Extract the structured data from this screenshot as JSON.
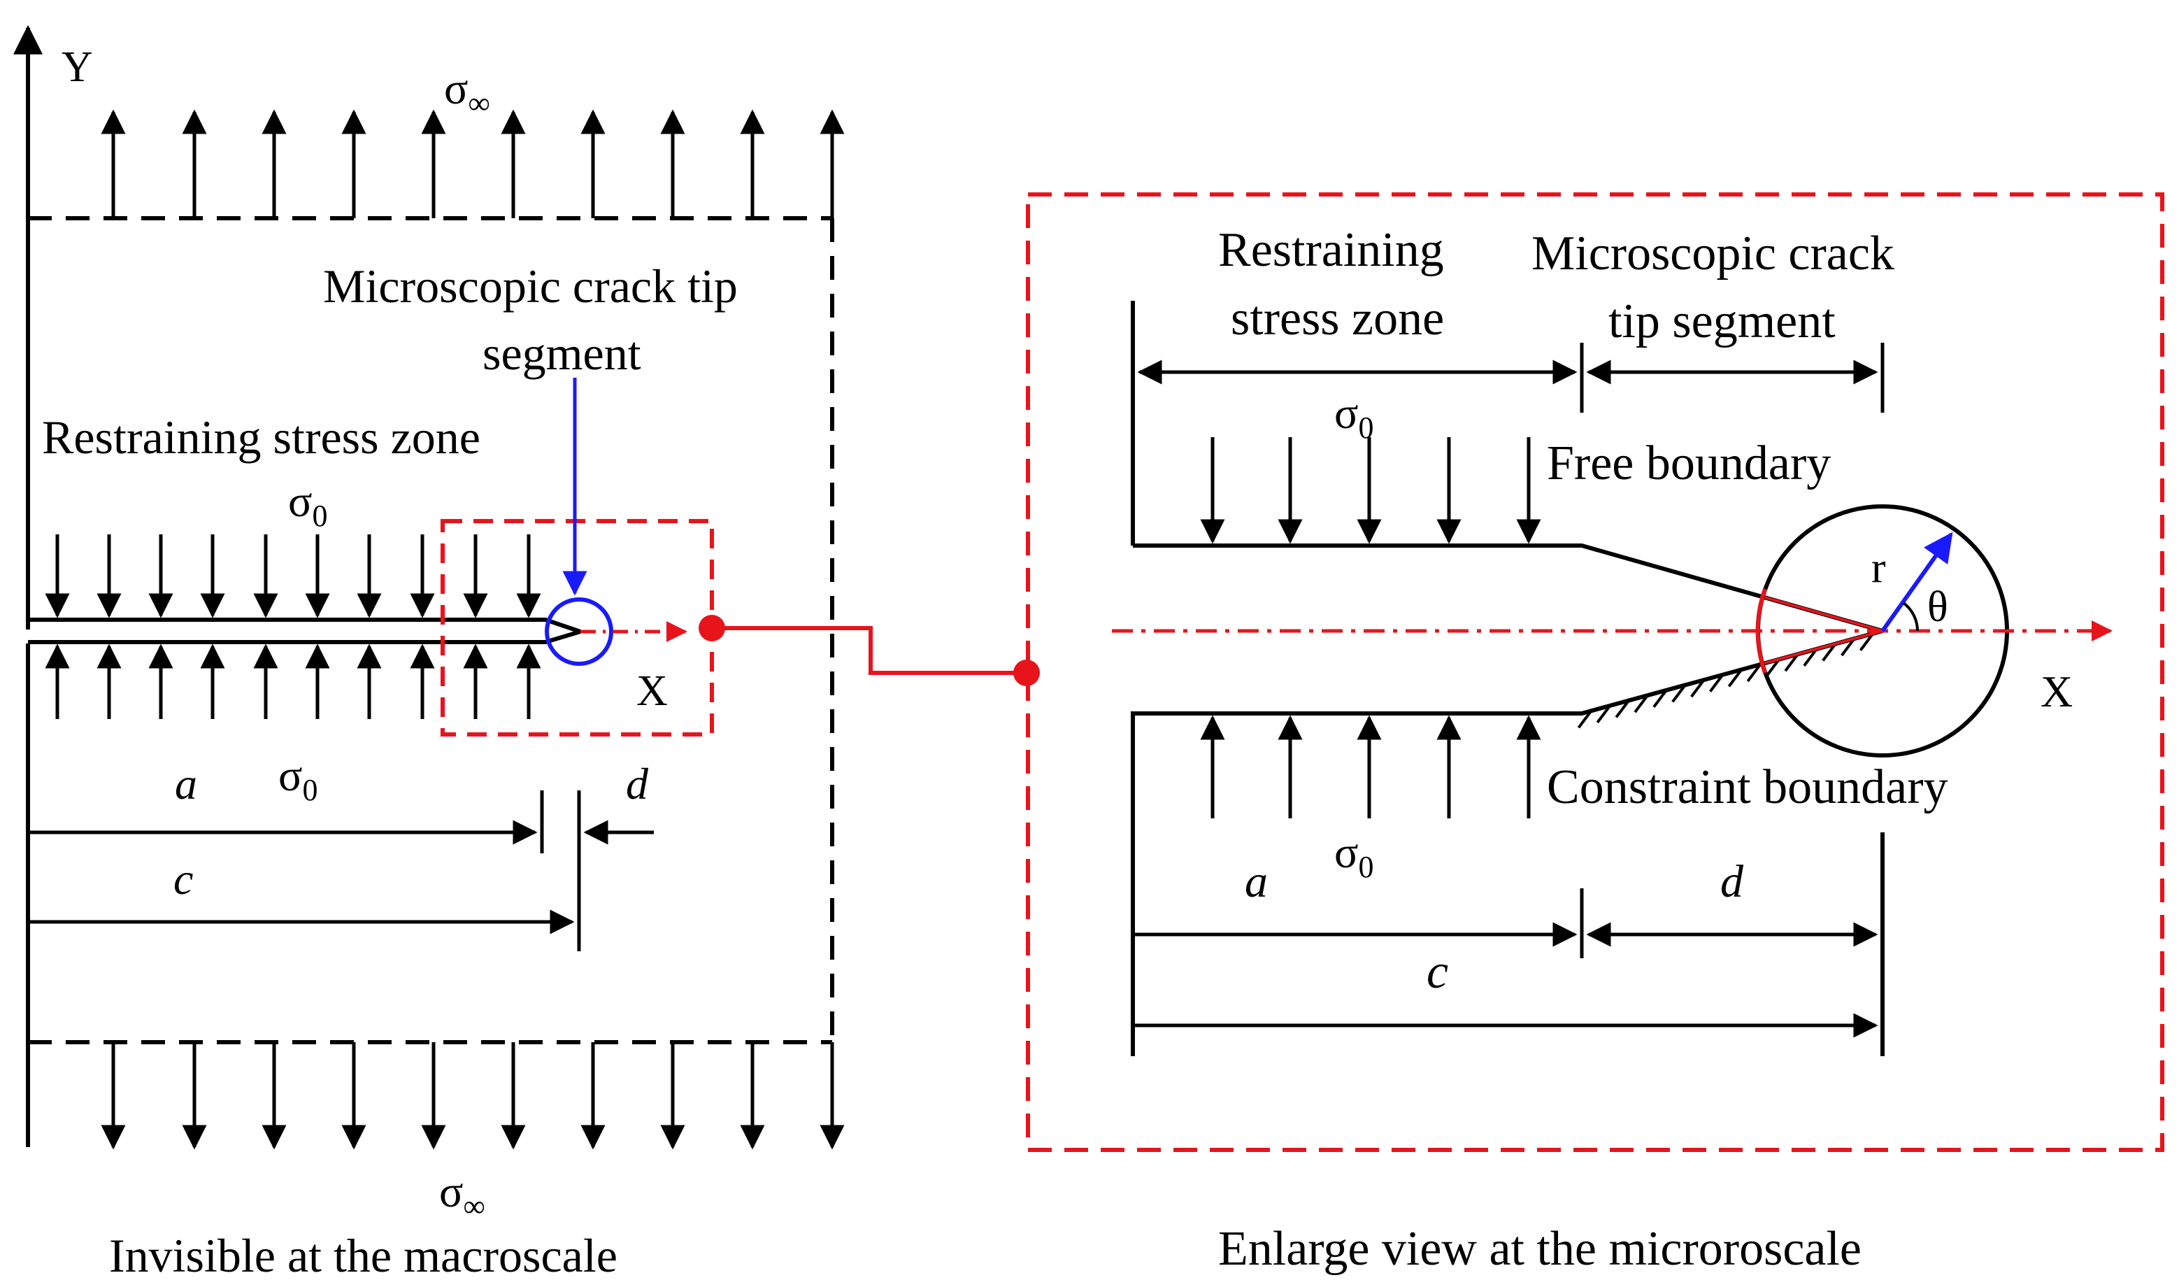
{
  "left_panel": {
    "y_axis": "Y",
    "x_axis": "X",
    "far_field_stress": {
      "symbol": "σ",
      "subscript": "∞"
    },
    "restraining_stress": {
      "symbol": "σ",
      "subscript": "0"
    },
    "tip_segment_label_line1": "Microscopic crack tip",
    "tip_segment_label_line2": "segment",
    "restraining_zone_label": "Restraining stress zone",
    "dim_a": "a",
    "dim_c": "c",
    "dim_d": "d",
    "caption": "Invisible at  the  macroscale"
  },
  "right_panel": {
    "restraining_zone_line1": "Restraining",
    "restraining_zone_line2": "stress zone",
    "tip_segment_line1": "Microscopic crack",
    "tip_segment_line2": "tip segment",
    "free_boundary": "Free boundary",
    "constraint_boundary": "Constraint boundary",
    "polar_r": "r",
    "polar_theta": "θ",
    "x_axis": "X",
    "restraining_stress": {
      "symbol": "σ",
      "subscript": "0"
    },
    "dim_a": "a",
    "dim_c": "c",
    "dim_d": "d",
    "caption": "Enlarge view at  the  microroscale"
  },
  "colors": {
    "ink": "#000000",
    "highlight_red": "#e8141c",
    "pointer_blue": "#1a1aff"
  }
}
